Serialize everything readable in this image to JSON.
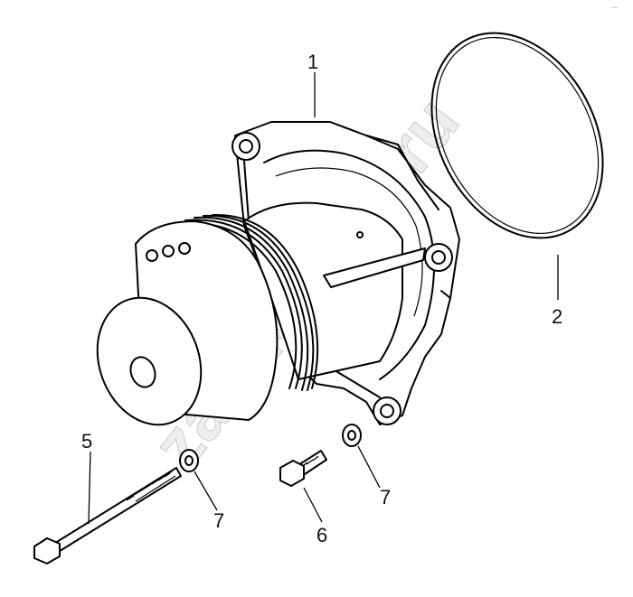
{
  "watermark": "zap-kamaz.ru",
  "callouts": [
    {
      "id": "1"
    },
    {
      "id": "2"
    },
    {
      "id": "5"
    },
    {
      "id": "6"
    },
    {
      "id": "7"
    },
    {
      "id": "7"
    }
  ]
}
